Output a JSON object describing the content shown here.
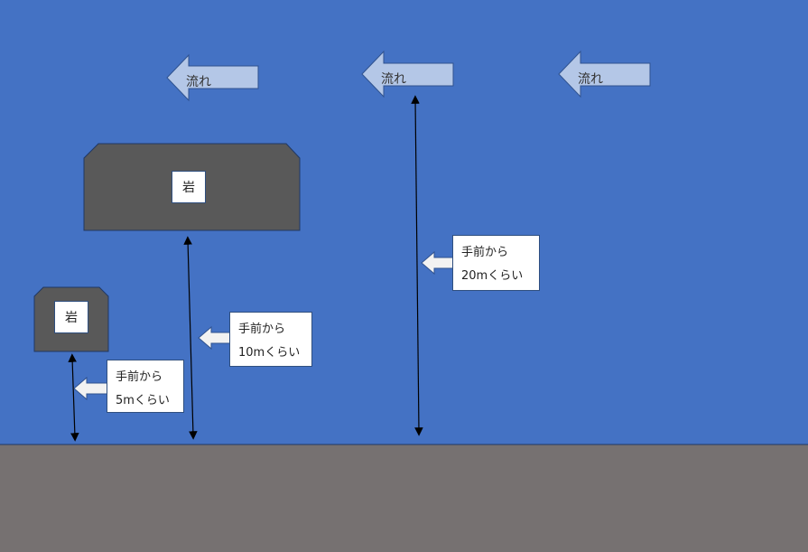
{
  "colors": {
    "water": "#4472c4",
    "ground": "#767171",
    "rock": "#595959",
    "flow_arrow_fill": "#b4c7e7",
    "pointer_arrow_fill": "#f2f2f2",
    "outline": "#203864"
  },
  "flow_arrows": [
    {
      "label": "流れ"
    },
    {
      "label": "流れ"
    },
    {
      "label": "流れ"
    }
  ],
  "rocks": [
    {
      "label": "岩",
      "size": "large"
    },
    {
      "label": "岩",
      "size": "small"
    }
  ],
  "distance_callouts": [
    {
      "line1": "手前から",
      "line2": "5mくらい"
    },
    {
      "line1": "手前から",
      "line2": "10mくらい"
    },
    {
      "line1": "手前から",
      "line2": "20mくらい"
    }
  ]
}
